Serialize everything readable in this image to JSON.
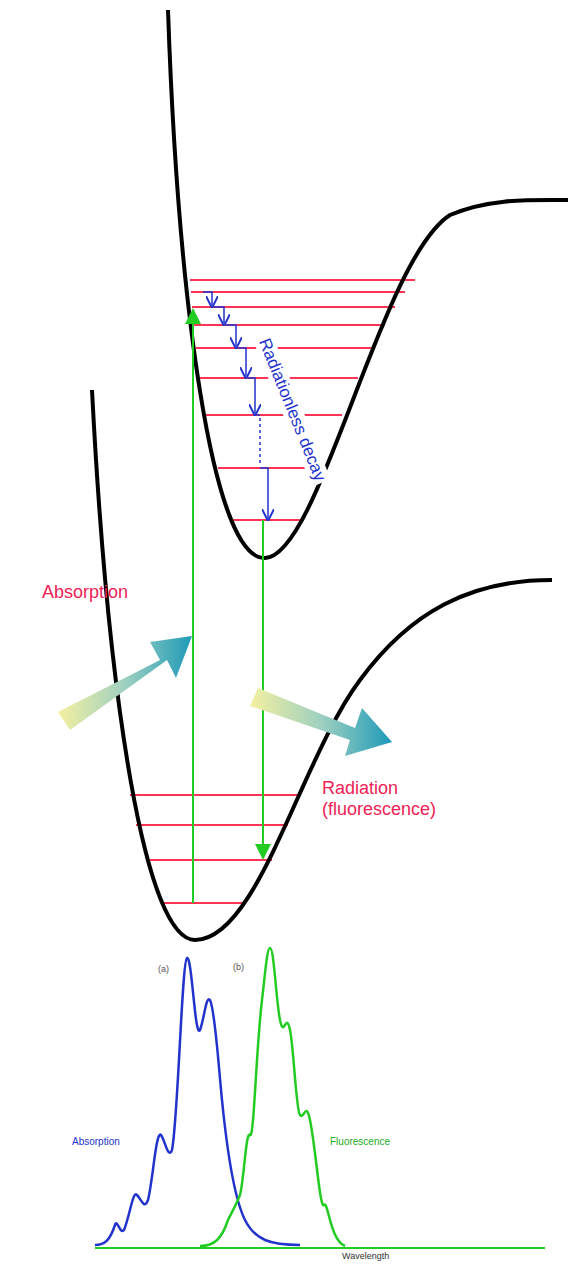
{
  "diagram": {
    "labels": [
      "Radiationless decay",
      "Absorption",
      "Radiation (fluorescence)",
      "(a)",
      "(b)",
      "Absorption",
      "Fluorescence",
      "Wavelength"
    ]
  }
}
